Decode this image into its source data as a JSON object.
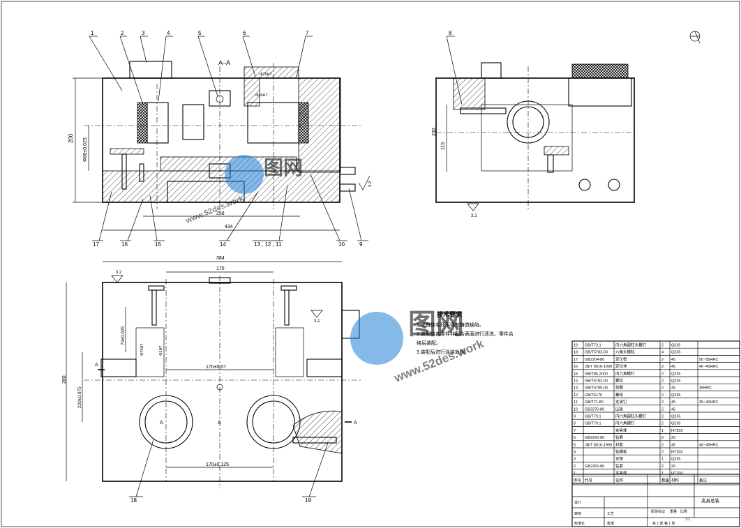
{
  "section_label": "A–A",
  "part_callouts_top": [
    "1",
    "2",
    "3",
    "4",
    "5",
    "6",
    "7"
  ],
  "part_callouts_bottom": [
    "17",
    "16",
    "15",
    "14",
    "13 , 12 , 11",
    "10",
    "9"
  ],
  "side_view_callout": "8",
  "plan_view_callouts": [
    "18",
    "19"
  ],
  "dims": {
    "front_height": "200",
    "front_mid": "Φ80±0.025",
    "front_len_inner": "258",
    "front_len_outer": "434",
    "side_height": "230",
    "side_mid": "115",
    "plan_top_total": "384",
    "plan_top_inner": "175",
    "plan_height": "280",
    "plan_mid": "220±0.075",
    "plan_upper": "70±0.025",
    "plan_center": "170±0.07",
    "plan_bottom": "170±0.125",
    "fit_1": "Φ25H7",
    "fit_2": "Φ40H7",
    "fit_3": "Φ70H7",
    "fit_4": "Φ1H7",
    "roughness_1": "3.2",
    "roughness_2": "3.2",
    "roughness_3": "3.2",
    "roughness_4": "3.2"
  },
  "section_marks": [
    "A",
    "A",
    "A",
    "A"
  ],
  "tech_title": "技术要求",
  "tech_items": [
    "1.夹具体毛坯不得有铸造缺陷。",
    "2.装配前各零件非配合表面进行清洗，零件合",
    "格后装配。",
    "3.装配后进行涂装处理。"
  ],
  "watermark": {
    "brand": "图网",
    "site": "www.52des.work"
  },
  "bom": [
    {
      "no": "19",
      "code": "GB/T73.1",
      "name": "内六角圆柱头螺钉",
      "qty": "2",
      "mat": "Q235",
      "note": ""
    },
    {
      "no": "18",
      "code": "GB/T5782-00",
      "name": "六角头螺栓",
      "qty": "4",
      "mat": "Q235",
      "note": ""
    },
    {
      "no": "17",
      "code": "GB2204-80",
      "name": "定位销",
      "qty": "2",
      "mat": "45",
      "note": "50~55HRC"
    },
    {
      "no": "16",
      "code": "JB/T 8016-1999",
      "name": "定位块",
      "qty": "2",
      "mat": "45",
      "note": "40~45HRC"
    },
    {
      "no": "15",
      "code": "GB/T85-2000",
      "name": "内六角螺钉",
      "qty": "2",
      "mat": "Q235",
      "note": ""
    },
    {
      "no": "14",
      "code": "GB/T5782-00",
      "name": "螺栓",
      "qty": "2",
      "mat": "Q235",
      "note": ""
    },
    {
      "no": "13",
      "code": "GB/T5780-00",
      "name": "垫圈",
      "qty": "2",
      "mat": "45",
      "note": "35HRC"
    },
    {
      "no": "12",
      "code": "GB/T6170",
      "name": "螺母",
      "qty": "2",
      "mat": "Q235",
      "note": ""
    },
    {
      "no": "11",
      "code": "GB/T71-80",
      "name": "支承钉",
      "qty": "2",
      "mat": "45",
      "note": "35~40HRC"
    },
    {
      "no": "10",
      "code": "GB2270-80",
      "name": "压板",
      "qty": "2",
      "mat": "45",
      "note": ""
    },
    {
      "no": "9",
      "code": "GB/T70.1",
      "name": "内六角圆柱头螺钉",
      "qty": "2",
      "mat": "Q235",
      "note": ""
    },
    {
      "no": "8",
      "code": "GB/T70.1",
      "name": "内六角螺钉",
      "qty": "2",
      "mat": "Q235",
      "note": ""
    },
    {
      "no": "7",
      "code": "",
      "name": "夹具体",
      "qty": "1",
      "mat": "HT200",
      "note": ""
    },
    {
      "no": "6",
      "code": "GB2260-80",
      "name": "钻套",
      "qty": "2",
      "mat": "20",
      "note": ""
    },
    {
      "no": "5",
      "code": "JB/T 8016-1999",
      "name": "衬套",
      "qty": "2",
      "mat": "45",
      "note": "40~45HRC"
    },
    {
      "no": "4",
      "code": "",
      "name": "钻模板",
      "qty": "2",
      "mat": "HT200",
      "note": ""
    },
    {
      "no": "3",
      "code": "",
      "name": "支架",
      "qty": "1",
      "mat": "Q235",
      "note": ""
    },
    {
      "no": "2",
      "code": "GB2260-80",
      "name": "钻套",
      "qty": "2",
      "mat": "20",
      "note": ""
    },
    {
      "no": "1",
      "code": "",
      "name": "夹具体",
      "qty": "1",
      "mat": "HT200",
      "note": ""
    }
  ],
  "bom_header": [
    "序号",
    "代号",
    "名称",
    "数量",
    "材料",
    "备注"
  ],
  "title_block": {
    "drawing_name": "夹具总装",
    "scale": "1:1",
    "sheet": "共 1 张   第 1 张",
    "stage": "阶段标记",
    "weight": "重量",
    "ratio": "比例",
    "designer": "设计",
    "checker": "审核",
    "process": "工艺",
    "approve": "批准",
    "std": "标准化"
  },
  "colors": {
    "line": "#000000",
    "watermark": "#1f7fd6",
    "background": "#ffffff"
  }
}
